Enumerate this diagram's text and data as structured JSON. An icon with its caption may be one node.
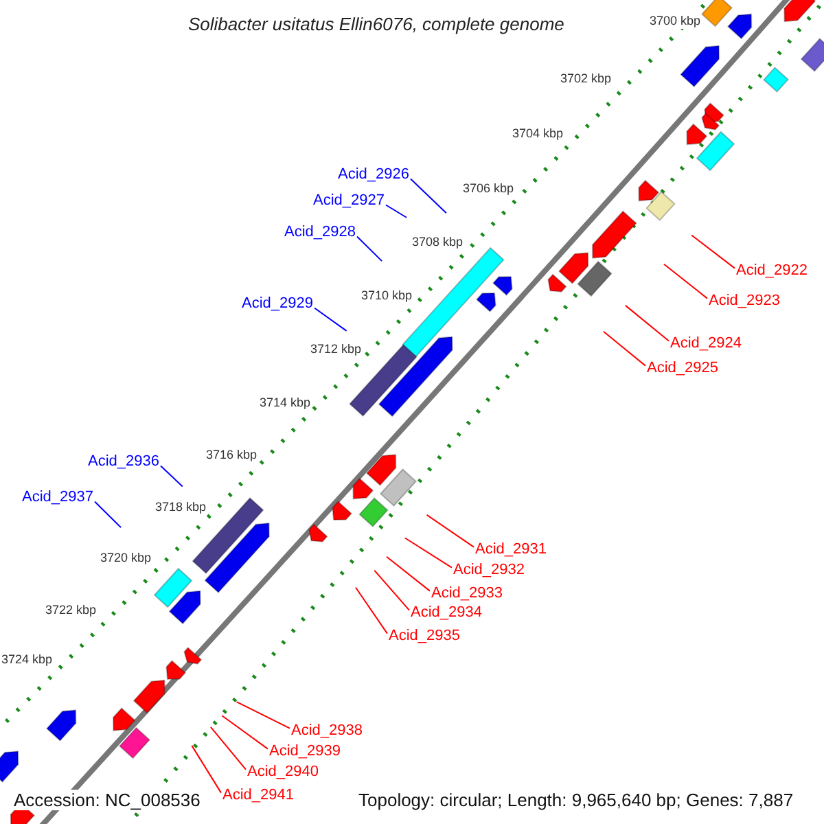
{
  "diagram": {
    "title": "Solibacter usitatus Ellin6076, complete genome",
    "nodes": [
      {
        "text": [
          "Acid_2922"
        ]
      },
      {
        "text": [
          "Acid_2923"
        ]
      },
      {
        "text": [
          "Acid_2924"
        ]
      },
      {
        "text": [
          "Acid_2925"
        ]
      },
      {
        "text": [
          "Acid_2926"
        ]
      },
      {
        "text": [
          "Acid_2927"
        ]
      },
      {
        "text": [
          "Acid_2928"
        ]
      },
      {
        "text": [
          "Acid_2929"
        ]
      },
      {
        "text": [
          "Acid_2931"
        ]
      },
      {
        "text": [
          "Acid_2932"
        ]
      },
      {
        "text": [
          "Acid_2933"
        ]
      },
      {
        "text": [
          "Acid_2934"
        ]
      },
      {
        "text": [
          "Acid_2935"
        ]
      },
      {
        "text": [
          "Acid_2936"
        ]
      },
      {
        "text": [
          "Acid_2937"
        ]
      },
      {
        "text": [
          "Acid_2938"
        ]
      },
      {
        "text": [
          "Acid_2939"
        ]
      },
      {
        "text": [
          "Acid_2940"
        ]
      },
      {
        "text": [
          "Acid_2941"
        ]
      }
    ],
    "edges": [
      {
        "from": 0,
        "to": null,
        "arrow": "none"
      },
      {
        "from": 1,
        "to": null,
        "arrow": "none"
      },
      {
        "from": 2,
        "to": null,
        "arrow": "none"
      },
      {
        "from": 3,
        "to": null,
        "arrow": "none"
      },
      {
        "from": 4,
        "to": null,
        "arrow": "none",
        "color": "#0000ff"
      },
      {
        "from": 5,
        "to": null,
        "arrow": "none",
        "color": "#0000ff"
      },
      {
        "from": 6,
        "to": null,
        "arrow": "none",
        "color": "#0000ff"
      },
      {
        "from": 7,
        "to": null,
        "arrow": "none",
        "color": "#0000ff"
      },
      {
        "from": 8,
        "to": null,
        "arrow": "none"
      },
      {
        "from": 9,
        "to": null,
        "arrow": "none"
      },
      {
        "from": 10,
        "to": null,
        "arrow": "none"
      },
      {
        "from": 11,
        "to": null,
        "arrow": "none"
      },
      {
        "from": 12,
        "to": null,
        "arrow": "none"
      },
      {
        "from": 13,
        "to": null,
        "arrow": "none",
        "color": "#0000ff"
      },
      {
        "from": 14,
        "to": null,
        "arrow": "none",
        "color": "#0000ff"
      },
      {
        "from": 15,
        "to": null,
        "arrow": "none"
      },
      {
        "from": 16,
        "to": null,
        "arrow": "none"
      },
      {
        "from": 17,
        "to": null,
        "arrow": "none"
      },
      {
        "from": 18,
        "to": null,
        "arrow": "none"
      }
    ],
    "labels": [
      "3700 kbp",
      "3702 kbp",
      "3704 kbp",
      "3706 kbp",
      "3708 kbp",
      "3710 kbp",
      "3712 kbp",
      "3714 kbp",
      "3716 kbp",
      "3718 kbp",
      "3720 kbp",
      "3722 kbp",
      "3724 kbp",
      "Accession: NC_008536",
      "Topology: circular; Length: 9,965,640 bp; Genes: 7,887"
    ]
  }
}
